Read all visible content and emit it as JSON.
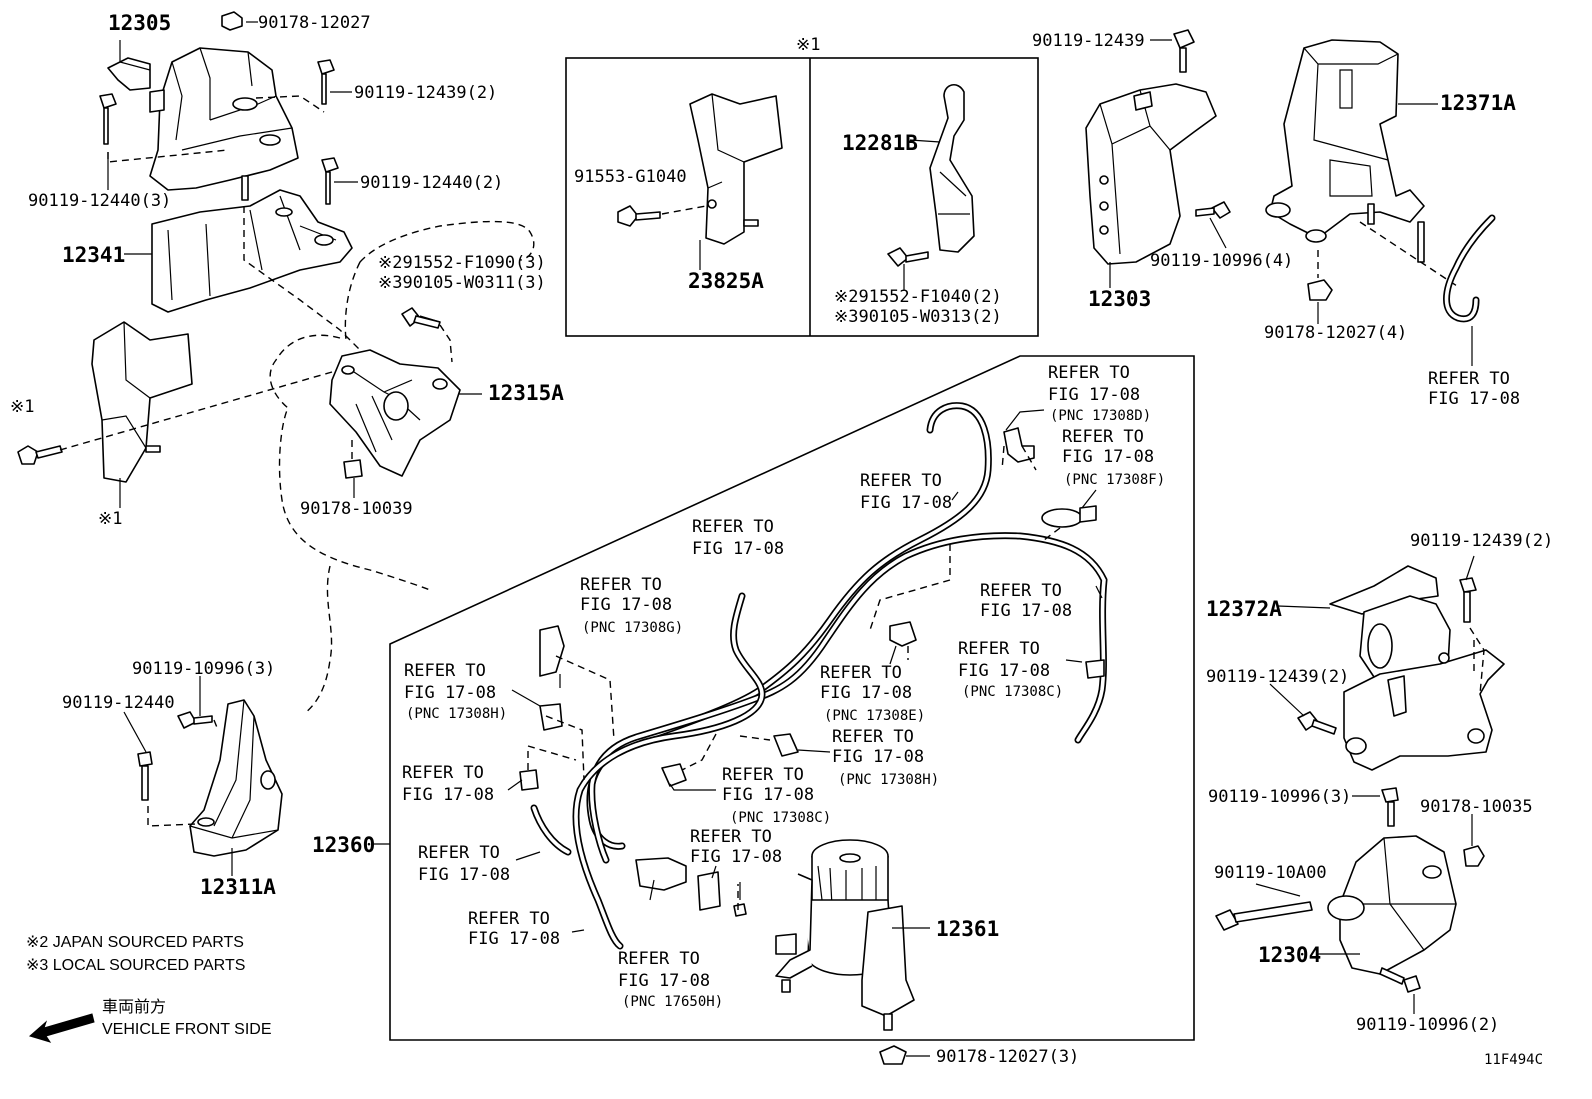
{
  "diagram_id": "11F494C",
  "parts": {
    "p12305": "12305",
    "p12341": "12341",
    "p12315A": "12315A",
    "p12311A": "12311A",
    "p23825A": "23825A",
    "p12281B": "12281B",
    "p12303": "12303",
    "p12371A": "12371A",
    "p12372A": "12372A",
    "p12304": "12304",
    "p12360": "12360",
    "p12361": "12361"
  },
  "fasteners": {
    "f_top_nut": "90178-12027",
    "f_12439_2_top": "90119-12439(2)",
    "f_12440_3": "90119-12440(3)",
    "f_12440_2": "90119-12440(2)",
    "f_291552_f1090": "※291552-F1090(3)",
    "f_390105_w0311": "※390105-W0311(3)",
    "f_10039": "90178-10039",
    "f_10996_3_left": "90119-10996(3)",
    "f_12440_left": "90119-12440",
    "f_g1040": "91553-G1040",
    "f_291552_f1040": "※291552-F1040(2)",
    "f_390105_w0313": "※390105-W0313(2)",
    "f_12439_right": "90119-12439",
    "f_10996_4": "90119-10996(4)",
    "f_12027_4": "90178-12027(4)",
    "f_12439_2_r1": "90119-12439(2)",
    "f_12439_2_r2": "90119-12439(2)",
    "f_10996_3_right": "90119-10996(3)",
    "f_10035": "90178-10035",
    "f_10a00": "90119-10A00",
    "f_10996_2": "90119-10996(2)",
    "f_12027_3": "90178-12027(3)"
  },
  "marks": {
    "mark1": "※1"
  },
  "refer": {
    "refer_to": "REFER TO",
    "fig": "FIG 17-08"
  },
  "pnc": {
    "d": "(PNC 17308D)",
    "f": "(PNC 17308F)",
    "g": "(PNC 17308G)",
    "h": "(PNC 17308H)",
    "e": "(PNC 17308E)",
    "c": "(PNC 17308C)",
    "h650": "(PNC 17650H)"
  },
  "legend": {
    "japan": "※2 JAPAN SOURCED PARTS",
    "local": "※3 LOCAL SOURCED PARTS",
    "front_jp": "車両前方",
    "front_en": "VEHICLE FRONT SIDE"
  }
}
